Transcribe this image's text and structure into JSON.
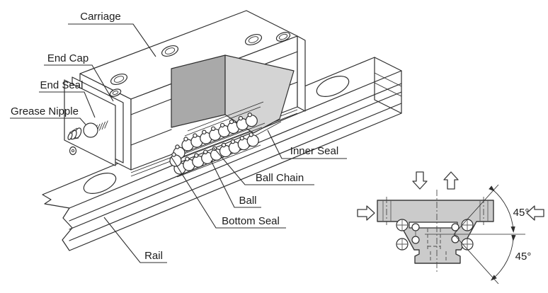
{
  "figure": {
    "main_view": {
      "description_labels": {
        "carriage": "Carriage",
        "end_cap": "End Cap",
        "end_seal": "End Seal",
        "grease_nipple": "Grease Nipple",
        "inner_seal": "Inner Seal",
        "ball_chain": "Ball Chain",
        "ball": "Ball",
        "bottom_seal": "Bottom Seal",
        "rail": "Rail"
      }
    },
    "cross_section": {
      "contact_angle_upper": "45°",
      "contact_angle_lower": "45°",
      "load_arrow_icons": [
        "down-load-arrow-icon",
        "up-load-arrow-icon",
        "right-load-arrow-icon",
        "left-load-arrow-icon"
      ]
    },
    "colors": {
      "line": "#2e2e2e",
      "cut_face_dark": "#a9a9a9",
      "cut_face_light": "#d4d4d4",
      "section_fill": "#cbcbcb",
      "background": "#ffffff"
    }
  }
}
